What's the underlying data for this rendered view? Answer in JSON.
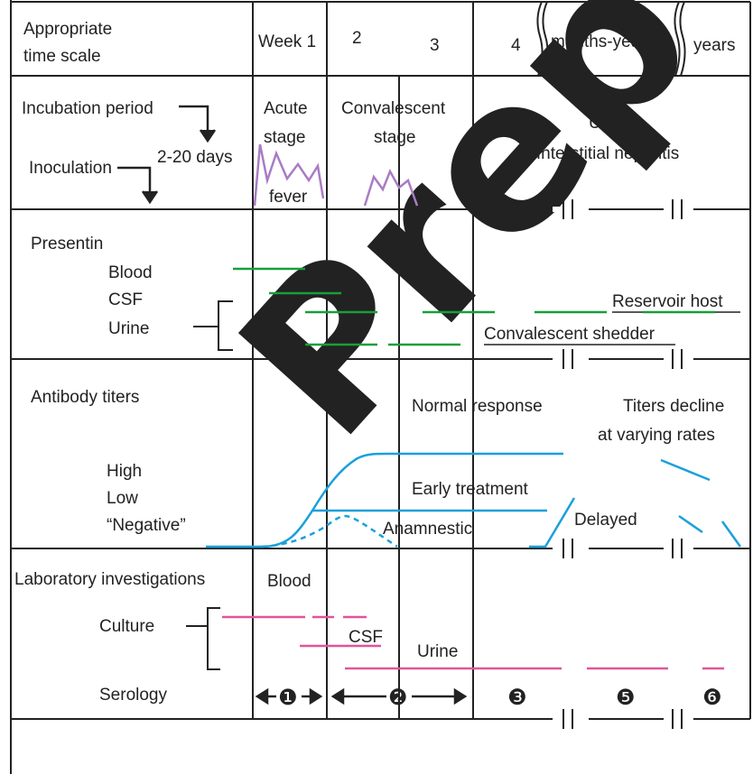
{
  "watermark": "Prep",
  "header": {
    "title_line1": "Appropriate",
    "title_line2": "time scale",
    "week1": "Week 1",
    "week2": "2",
    "week3": "3",
    "week4": "4",
    "months_years": "months-years",
    "years": "years"
  },
  "row_incubation": {
    "incubation_period": "Incubation period",
    "inoculation": "Inoculation",
    "days": "2-20 days",
    "acute_line1": "Acute",
    "acute_line2": "stage",
    "fever": "fever",
    "convalescent_line1": "Convalescent",
    "convalescent_line2": "stage",
    "uveitis": "Uveitis",
    "nephritis": "? Interstitial nephritis"
  },
  "row_present": {
    "title": "Presentin",
    "blood": "Blood",
    "csf": "CSF",
    "urine": "Urine",
    "reservoir_host": "Reservoir host",
    "convalescent_shedder": "Convalescent shedder"
  },
  "row_antibody": {
    "title": "Antibody titers",
    "high": "High",
    "low": "Low",
    "negative": "“Negative”",
    "normal_response": "Normal response",
    "titers_decline_line1": "Titers decline",
    "titers_decline_line2": "at varying rates",
    "early_treatment": "Early treatment",
    "anamnestic": "Anamnestic",
    "delayed": "Delayed"
  },
  "row_lab": {
    "title": "Laboratory investigations",
    "blood": "Blood",
    "culture": "Culture",
    "csf": "CSF",
    "urine": "Urine",
    "serology": "Serology",
    "stage_markers": [
      "❶",
      "❷",
      "❸",
      "❺",
      "❻"
    ]
  },
  "colors": {
    "fever": "#a97cc4",
    "presence": "#1a9e3a",
    "antibody": "#1aa0dc",
    "lab": "#e0559a",
    "watermark": "#e6e6e6",
    "border": "#222222"
  }
}
